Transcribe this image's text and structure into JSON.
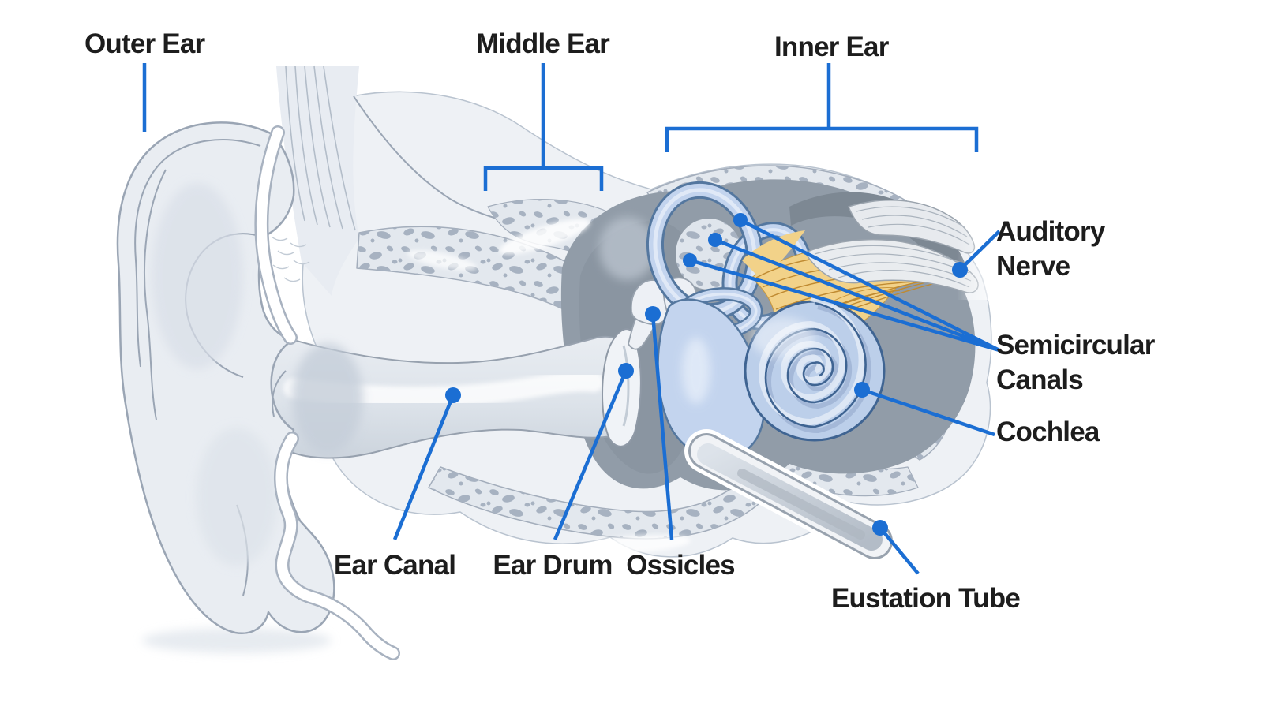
{
  "diagram": {
    "title_implicit": "Anatomy of the Human Ear",
    "section_labels": {
      "outer_ear": "Outer Ear",
      "middle_ear": "Middle Ear",
      "inner_ear": "Inner Ear"
    },
    "part_labels": {
      "auditory_nerve": "Auditory Nerve",
      "semicircular_canals": "Semicircular Canals",
      "cochlea": "Cochlea",
      "ear_canal": "Ear Canal",
      "ear_drum": "Ear Drum",
      "ossicles": "Ossicles",
      "eustation_tube": "Eustation Tube"
    },
    "colors": {
      "leader_blue": "#1b6ed3",
      "label_text": "#1d1d1d",
      "inner_ear_blue": "#c3d4ee",
      "inner_ear_outline": "#54779f",
      "nerve_gold": "#f2d289",
      "nerve_gold_line": "#bf8a31",
      "bone_light": "#eef1f5",
      "bone_band": "#e3e8ee",
      "speckle_gray": "#a7b2c1",
      "cavity_gray": "#919ca8",
      "background": "#ffffff"
    }
  }
}
